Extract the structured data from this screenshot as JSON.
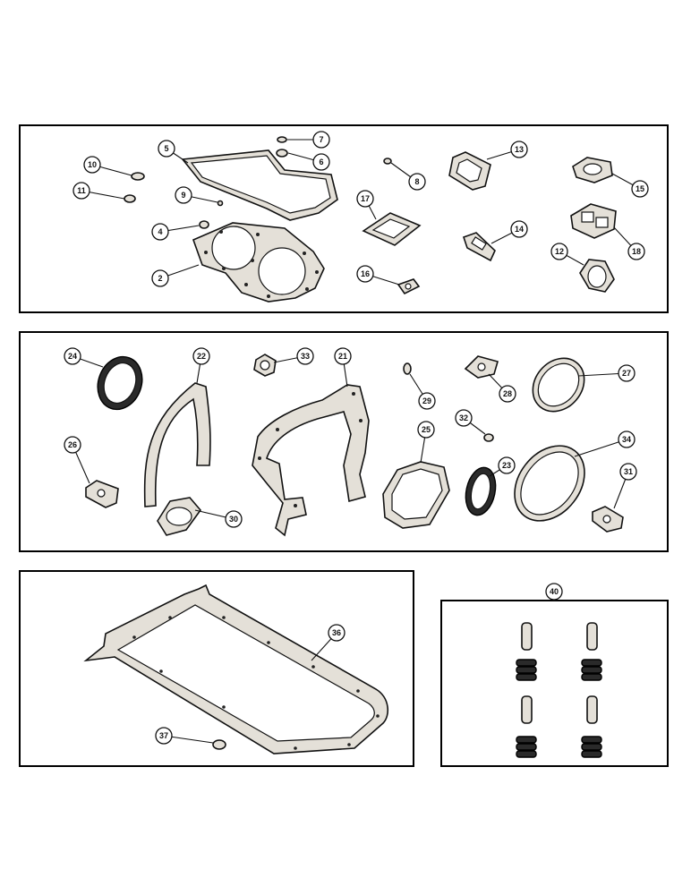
{
  "diagram": {
    "panels": [
      {
        "id": "head-set"
      },
      {
        "id": "block-set"
      },
      {
        "id": "oil-pan-set"
      },
      {
        "id": "valve-seal-set",
        "label": "40"
      }
    ],
    "callouts": [
      "2",
      "4",
      "5",
      "6",
      "7",
      "8",
      "9",
      "10",
      "11",
      "12",
      "13",
      "14",
      "15",
      "16",
      "17",
      "18",
      "21",
      "22",
      "23",
      "24",
      "25",
      "26",
      "27",
      "28",
      "29",
      "30",
      "31",
      "32",
      "33",
      "34",
      "36",
      "37",
      "40"
    ]
  }
}
